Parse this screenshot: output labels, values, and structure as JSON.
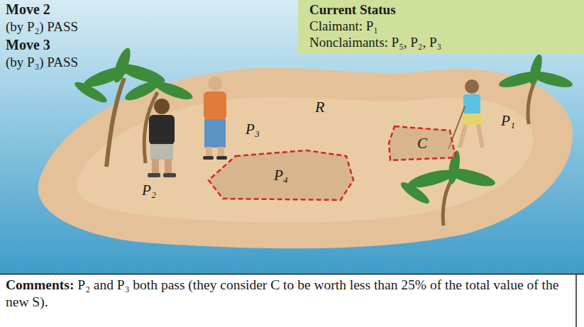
{
  "diagram": {
    "nodes": [
      {
        "text": [
          "Current Status",
          "Claimant: P₁",
          "Nonclaimants: P₅, P₂, P₃"
        ]
      },
      {
        "text": [
          "C"
        ]
      },
      {
        "text": [
          "P₄"
        ]
      }
    ],
    "labels": [
      "Move 2",
      "(by P₂) PASS",
      "Move 3",
      "(by P₃) PASS",
      "R",
      "P₃",
      "P₁",
      "P₂",
      "Comments:",
      "P₂ and P₃ both pass (they consider C to be worth less than 25% of the total value of the new S)."
    ]
  }
}
